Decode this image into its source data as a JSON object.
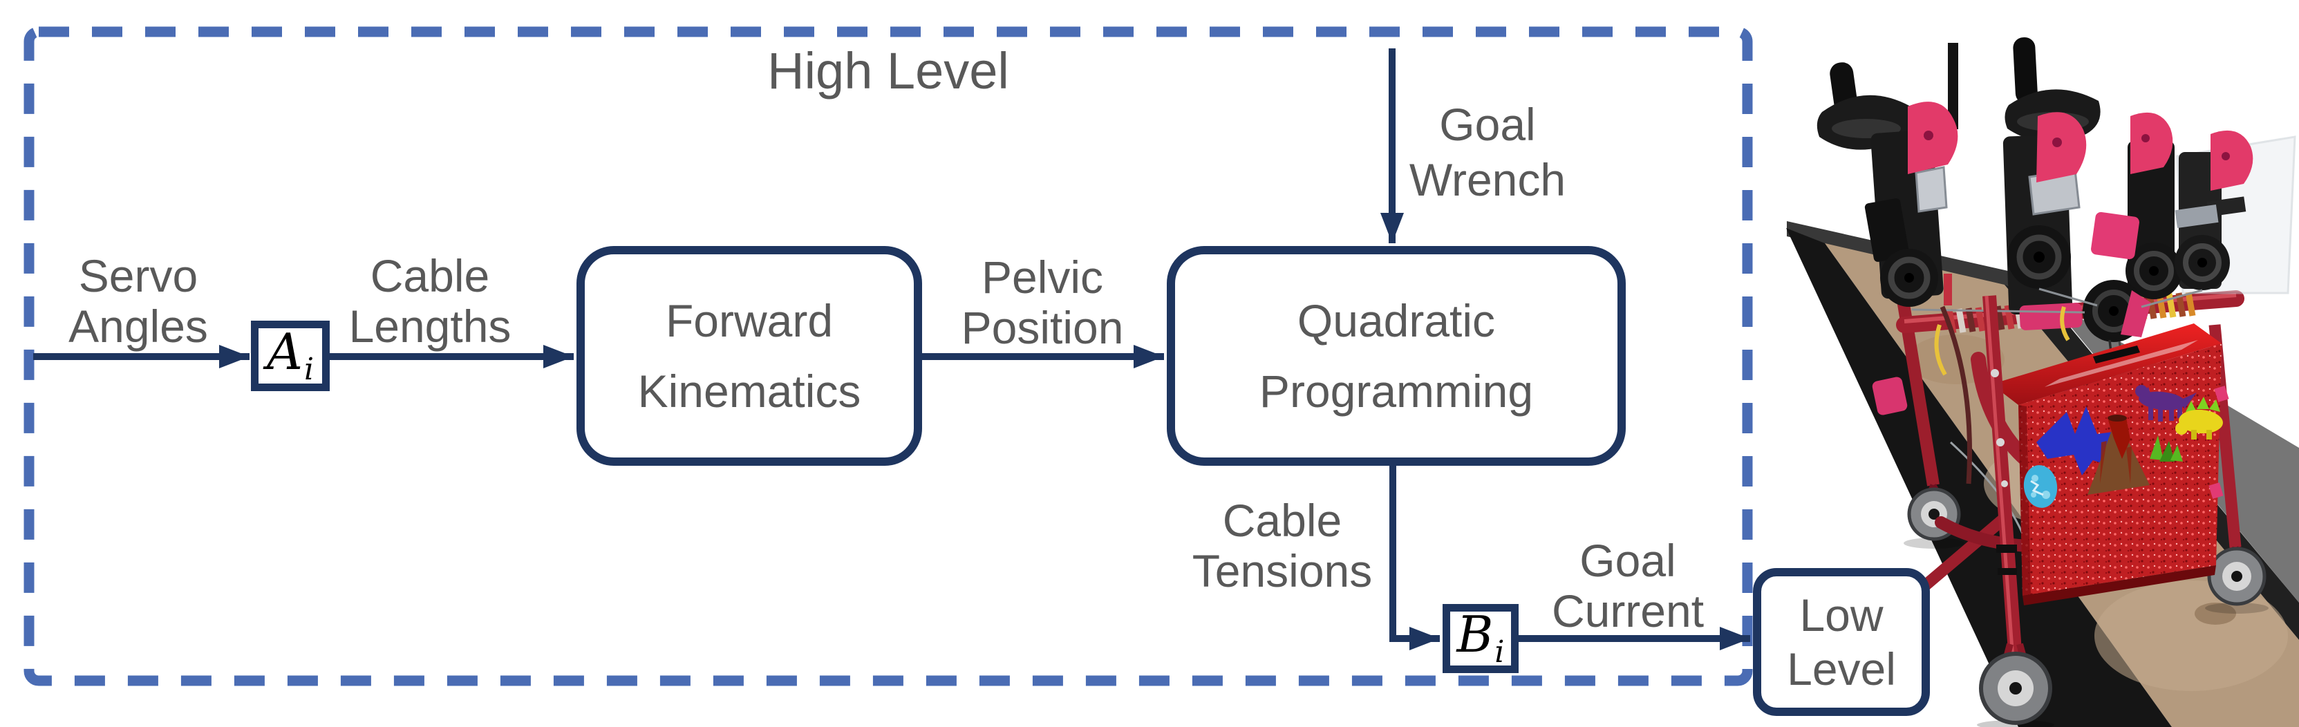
{
  "figure": {
    "title": "High Level",
    "signal_labels": {
      "servo_angles": "Servo\nAngles",
      "cable_lengths": "Cable\nLengths",
      "pelvic_position": "Pelvic\nPosition",
      "goal_wrench": "Goal\nWrench",
      "cable_tensions": "Cable\nTensions",
      "goal_current": "Goal\nCurrent"
    },
    "blocks": {
      "forward_kinematics": "Forward\nKinematics",
      "quadratic_programming": "Quadratic\nProgramming",
      "low_level": "Low\nLevel"
    },
    "gains": {
      "a_base": "A",
      "a_sub": "i",
      "b_base": "B",
      "b_sub": "i"
    },
    "colors": {
      "dashed_border": "#4a6cb4",
      "solid_border": "#1e355f",
      "label_text": "#595959",
      "walker_red": "#a3202f",
      "box_red": "#c01f22",
      "accent_pink": "#e23a69",
      "belt_tan": "#b49a7e",
      "rail_black": "#151515",
      "wheel_gray": "#85878a"
    }
  }
}
